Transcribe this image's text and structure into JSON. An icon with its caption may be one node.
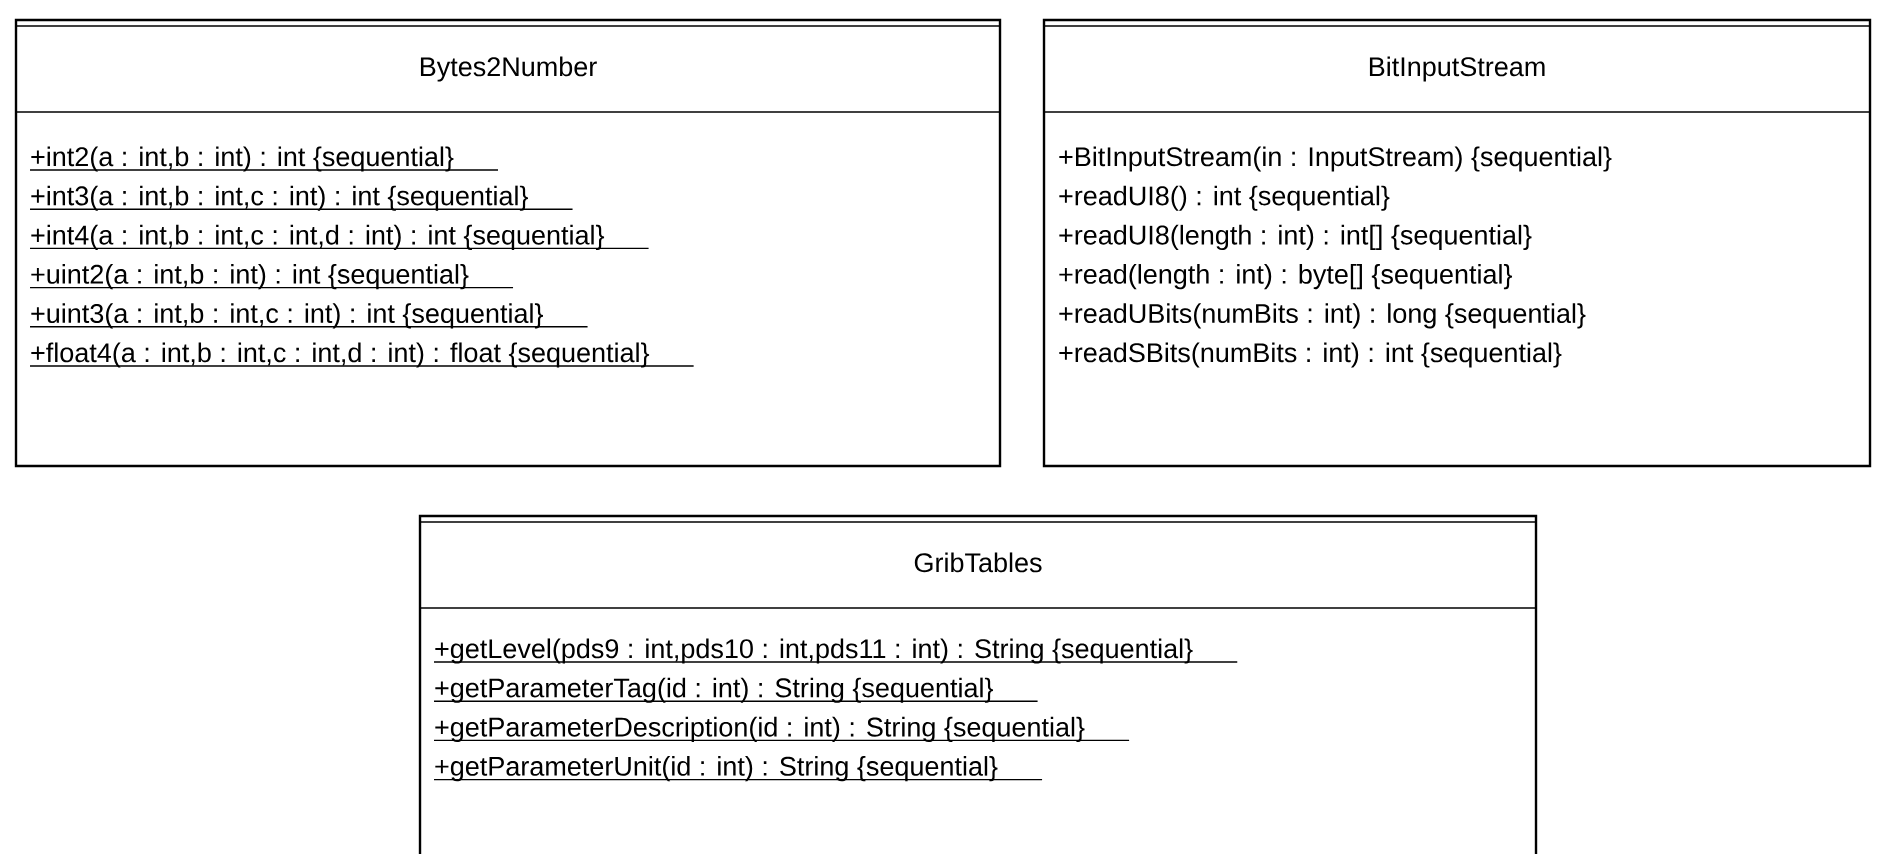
{
  "diagram": {
    "nodes": [
      {
        "text": [
          "Bytes2Number",
          "+int2(a : int,b : int) : int {sequential}",
          "+int3(a : int,b : int,c : int) : int {sequential}",
          "+int4(a : int,b : int,c : int,d : int) : int {sequential}",
          "+uint2(a : int,b : int) : int {sequential}",
          "+uint3(a : int,b : int,c : int) : int {sequential}",
          "+float4(a : int,b : int,c : int,d : int) : float {sequential}"
        ]
      },
      {
        "text": [
          "BitInputStream",
          "+BitInputStream(in : InputStream) {sequential}",
          "+readUI8() : int {sequential}",
          "+readUI8(length : int) : int[] {sequential}",
          "+read(length : int) : byte[] {sequential}",
          "+readUBits(numBits : int) : long {sequential}",
          "+readSBits(numBits : int) : int {sequential}"
        ]
      },
      {
        "text": [
          "GribTables",
          "+getLevel(pds9 : int,pds10 : int,pds11 : int) : String {sequential}",
          "+getParameterTag(id : int) : String {sequential}",
          "+getParameterDescription(id : int) : String {sequential}",
          "+getParameterUnit(id : int) : String {sequential}"
        ]
      }
    ]
  }
}
